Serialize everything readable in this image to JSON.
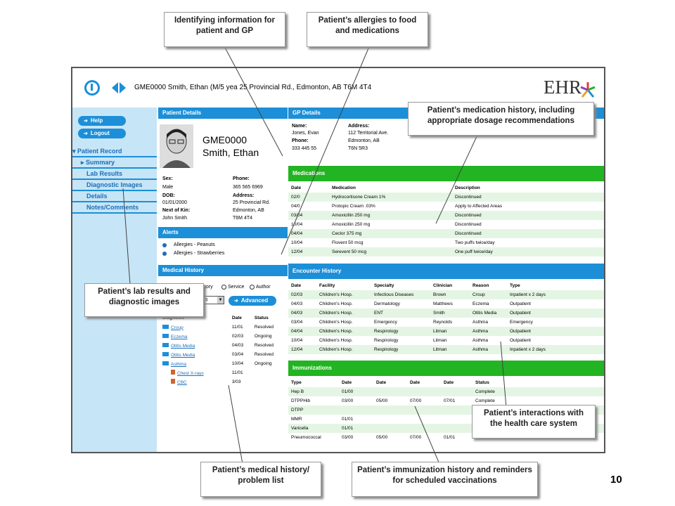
{
  "header": {
    "patient_line": "GME0000 Smith, Ethan (M/5 yea   25 Provincial Rd., Edmonton, AB  T6M 4T4",
    "logo": "EHR"
  },
  "sidebar": {
    "help_label": "Help",
    "logout_label": "Logout",
    "items": [
      {
        "label": "▾ Patient Record"
      },
      {
        "label": "▸ Summary"
      },
      {
        "label": "Lab Results"
      },
      {
        "label": "Diagnostic Images"
      },
      {
        "label": "Details"
      },
      {
        "label": "Notes/Comments"
      }
    ]
  },
  "patient_details": {
    "title": "Patient Details",
    "id": "GME0000",
    "name": "Smith, Ethan",
    "sex_label": "Sex:",
    "sex": "Male",
    "phone_label": "Phone:",
    "phone": "365 565 6969",
    "dob_label": "DOB:",
    "dob": "01/01/2000",
    "address_label": "Address:",
    "address1": "25 Provincial Rd.",
    "address2": "Edmonton, AB",
    "address3": "T6M 4T4",
    "kin_label": "Next of Kin:",
    "kin": "John Smith"
  },
  "gp_details": {
    "title": "GP Details",
    "name_label": "Name:",
    "name": "Jones, Evan",
    "phone_label": "Phone:",
    "phone": "333 445 55",
    "address_label": "Address:",
    "address1": "112 Territorial Ave.",
    "address2": "Edmonton, AB",
    "address3": "T6N 5R3"
  },
  "alerts": {
    "title": "Alerts",
    "items": [
      "Allergies - Peanuts",
      "Allergies - Strawberries"
    ]
  },
  "medical_history": {
    "title": "Medical History",
    "filter_text": "gory",
    "radio_service": "Service",
    "radio_author": "Author",
    "select_value": "s",
    "advanced_label": "Advanced",
    "headers": [
      "Diagnosis",
      "Date",
      "Status"
    ],
    "rows": [
      {
        "diagnosis": "Croup",
        "date": "11/01",
        "status": "Resolved"
      },
      {
        "diagnosis": "Eczema",
        "date": "02/03",
        "status": "Ongoing"
      },
      {
        "diagnosis": "Otitis Media",
        "date": "04/03",
        "status": "Resolved"
      },
      {
        "diagnosis": "Otitis Media",
        "date": "03/04",
        "status": "Resolved"
      },
      {
        "diagnosis": "Asthma",
        "date": "10/04",
        "status": "Ongoing"
      }
    ],
    "sub_rows": [
      {
        "name": "Chest X-rays",
        "date": "11/01"
      },
      {
        "name": "CBC",
        "date": "3/03"
      }
    ]
  },
  "medications": {
    "title": "Medications",
    "headers": [
      "Date",
      "Medication",
      "Description"
    ],
    "rows": [
      [
        "02/0",
        "Hydrocortisone Cream 1%",
        "Discontinued"
      ],
      [
        "04/0",
        "Protopic Cream .03%",
        "Apply to Affected Areas"
      ],
      [
        "03/04",
        "Amoxicillin 250 mg",
        "Discontinued"
      ],
      [
        "10/04",
        "Amoxicillin 250 mg",
        "Discontinued"
      ],
      [
        "04/04",
        "Ceclor 375 mg",
        "Discontinued"
      ],
      [
        "10/04",
        "Flovent 50 mcg",
        "Two puffs twice/day"
      ],
      [
        "12/04",
        "Serevent 50 mcg",
        "One puff twice/day"
      ]
    ]
  },
  "encounters": {
    "title": "Encounter History",
    "headers": [
      "Date",
      "Facility",
      "Specialty",
      "Clinician",
      "Reason",
      "Type"
    ],
    "rows": [
      [
        "02/03",
        "Children's Hosp.",
        "Infectious Diseases",
        "Brown",
        "Croup",
        "Inpatient x 2 days"
      ],
      [
        "04/03",
        "Children's Hosp.",
        "Dermatology",
        "Matthews",
        "Eczema",
        "Outpatient"
      ],
      [
        "04/03",
        "Children's Hosp.",
        "ENT",
        "Smith",
        "Otitis Media",
        "Outpatient"
      ],
      [
        "03/04",
        "Children's Hosp.",
        "Emergency",
        "Reynolds",
        "Asthma",
        "Emergency"
      ],
      [
        "04/04",
        "Children's Hosp.",
        "Respirology",
        "Litman",
        "Asthma",
        "Outpatient"
      ],
      [
        "10/04",
        "Children's Hosp.",
        "Respirology",
        "Litman",
        "Asthma",
        "Outpatient"
      ],
      [
        "12/04",
        "Children's Hosp.",
        "Respirology",
        "Litman",
        "Asthma",
        "Inpatient x 2 days"
      ]
    ]
  },
  "immunizations": {
    "title": "Immunizations",
    "headers": [
      "Type",
      "Date",
      "Date",
      "Date",
      "Date",
      "Status"
    ],
    "rows": [
      [
        "Hep B",
        "01/00",
        "",
        "",
        "",
        "Complete"
      ],
      [
        "DTPPHib",
        "03/00",
        "05/00",
        "07/00",
        "07/01",
        "Complete"
      ],
      [
        "DTPP",
        "",
        "",
        "",
        "",
        ""
      ],
      [
        "MMR",
        "01/01",
        "",
        "",
        "",
        ""
      ],
      [
        "Varicella",
        "01/01",
        "",
        "",
        "",
        ""
      ],
      [
        "Pneumococcal",
        "03/00",
        "05/00",
        "07/00",
        "01/01",
        ""
      ]
    ]
  },
  "callouts": {
    "identifying": "Identifying information for patient and GP",
    "allergies": "Patient’s allergies to food and medications",
    "medication_history": "Patient’s medication history, including appropriate dosage recommendations",
    "lab_results": "Patient’s lab results and diagnostic images",
    "interactions": "Patient’s interactions with the health care system",
    "medical_history": "Patient’s medical history/ problem list",
    "immunization": "Patient’s immunization history and reminders for scheduled vaccinations"
  },
  "page_number": "10",
  "colors": {
    "blue": "#1c8fd8",
    "green": "#22b422",
    "sidebar": "#c6e5f6"
  }
}
